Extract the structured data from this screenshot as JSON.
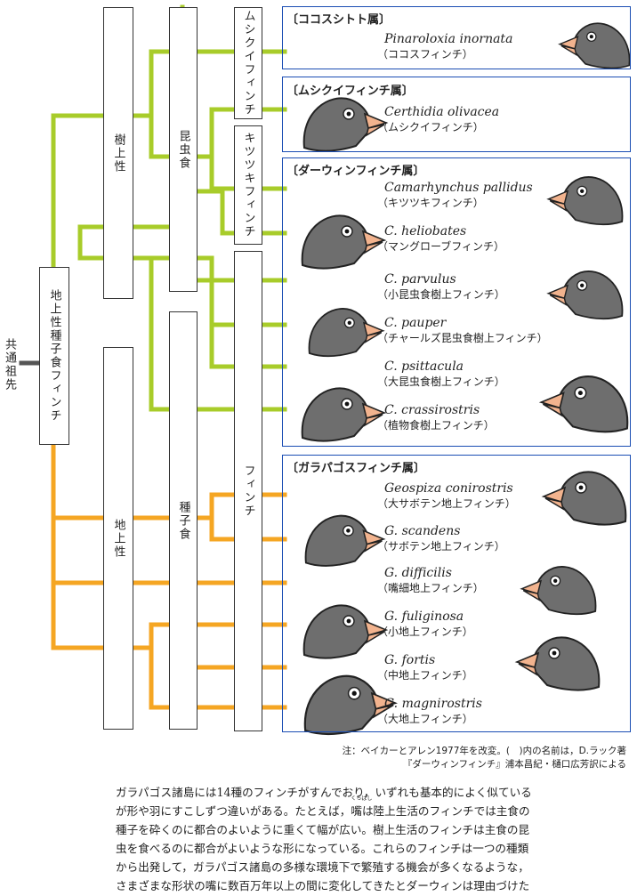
{
  "root_label": "共通祖先",
  "vertical_labels": {
    "ground_seed_finch": "地上性種子食フィンチ",
    "arboreal": "樹上性",
    "terrestrial": "地上性",
    "insectivorous": "昆虫食",
    "seed_eating": "種子食",
    "warbler_finch": "ムシクイフィンチ",
    "woodpecker_finch": "キツツキフィンチ",
    "finch": "フィンチ"
  },
  "groups": [
    {
      "header": "〔ココスシトト属〕",
      "species": [
        {
          "sci": "Pinaroloxia inornata",
          "jp": "（ココスフィンチ）"
        }
      ]
    },
    {
      "header": "〔ムシクイフィンチ属〕",
      "species": [
        {
          "sci": "Certhidia olivacea",
          "jp": "（ムシクイフィンチ）"
        }
      ]
    },
    {
      "header": "〔ダーウィンフィンチ属〕",
      "species": [
        {
          "sci": "Camarhynchus pallidus",
          "jp": "（キツツキフィンチ）"
        },
        {
          "sci": "C. heliobates",
          "jp": "（マングローブフィンチ）"
        },
        {
          "sci": "C. parvulus",
          "jp": "（小昆虫食樹上フィンチ）"
        },
        {
          "sci": "C. pauper",
          "jp": "（チャールズ昆虫食樹上フィンチ）"
        },
        {
          "sci": "C. psittacula",
          "jp": "（大昆虫食樹上フィンチ）"
        },
        {
          "sci": "C. crassirostris",
          "jp": "（植物食樹上フィンチ）"
        }
      ]
    },
    {
      "header": "〔ガラパゴスフィンチ属〕",
      "species": [
        {
          "sci": "Geospiza conirostris",
          "jp": "（大サボテン地上フィンチ）"
        },
        {
          "sci": "G. scandens",
          "jp": "（サボテン地上フィンチ）"
        },
        {
          "sci": "G. difficilis",
          "jp": "（嘴細地上フィンチ）"
        },
        {
          "sci": "G. fuliginosa",
          "jp": "（小地上フィンチ）"
        },
        {
          "sci": "G. fortis",
          "jp": "（中地上フィンチ）"
        },
        {
          "sci": "G. magnirostris",
          "jp": "（大地上フィンチ）"
        }
      ]
    }
  ],
  "note": {
    "line1": "注：ベイカーとアレン1977年を改変。(　)内の名前は，D.ラック著",
    "line2": "『ダーウィンフィンチ』浦本昌紀・樋口広芳訳による"
  },
  "paragraph": {
    "line1": "ガラパゴス諸島には14種のフィンチがすんでおり，いずれも基本的によく似ている",
    "line2": "が形や羽にすこしずつ違いがある。たとえば，",
    "line2_kanji": "嘴",
    "line2_ruby": "くちばし",
    "line2_rest": "は陸上生活のフィンチでは主食の",
    "line3": "種子を砕くのに都合のよいように重くて幅が広い。樹上生活のフィンチは主食の昆",
    "line4": "虫を食べるのに都合がよいような形になっている。これらのフィンチは一つの種類",
    "line5": "から出発して，ガラパゴス諸島の多様な環境下で繁殖する機会が多くなるような，",
    "line6": "さまざまな形状の嘴に数百万年以上の間に変化してきたとダーウィンは理由づけた"
  },
  "colors": {
    "arboreal_line": "#a8cc2a",
    "terrestrial_line": "#f5a623",
    "root_line": "#555555",
    "group_border": "#1a4db3",
    "bird_body": "#6e6e6e",
    "bird_beak": "#f2b38e"
  }
}
